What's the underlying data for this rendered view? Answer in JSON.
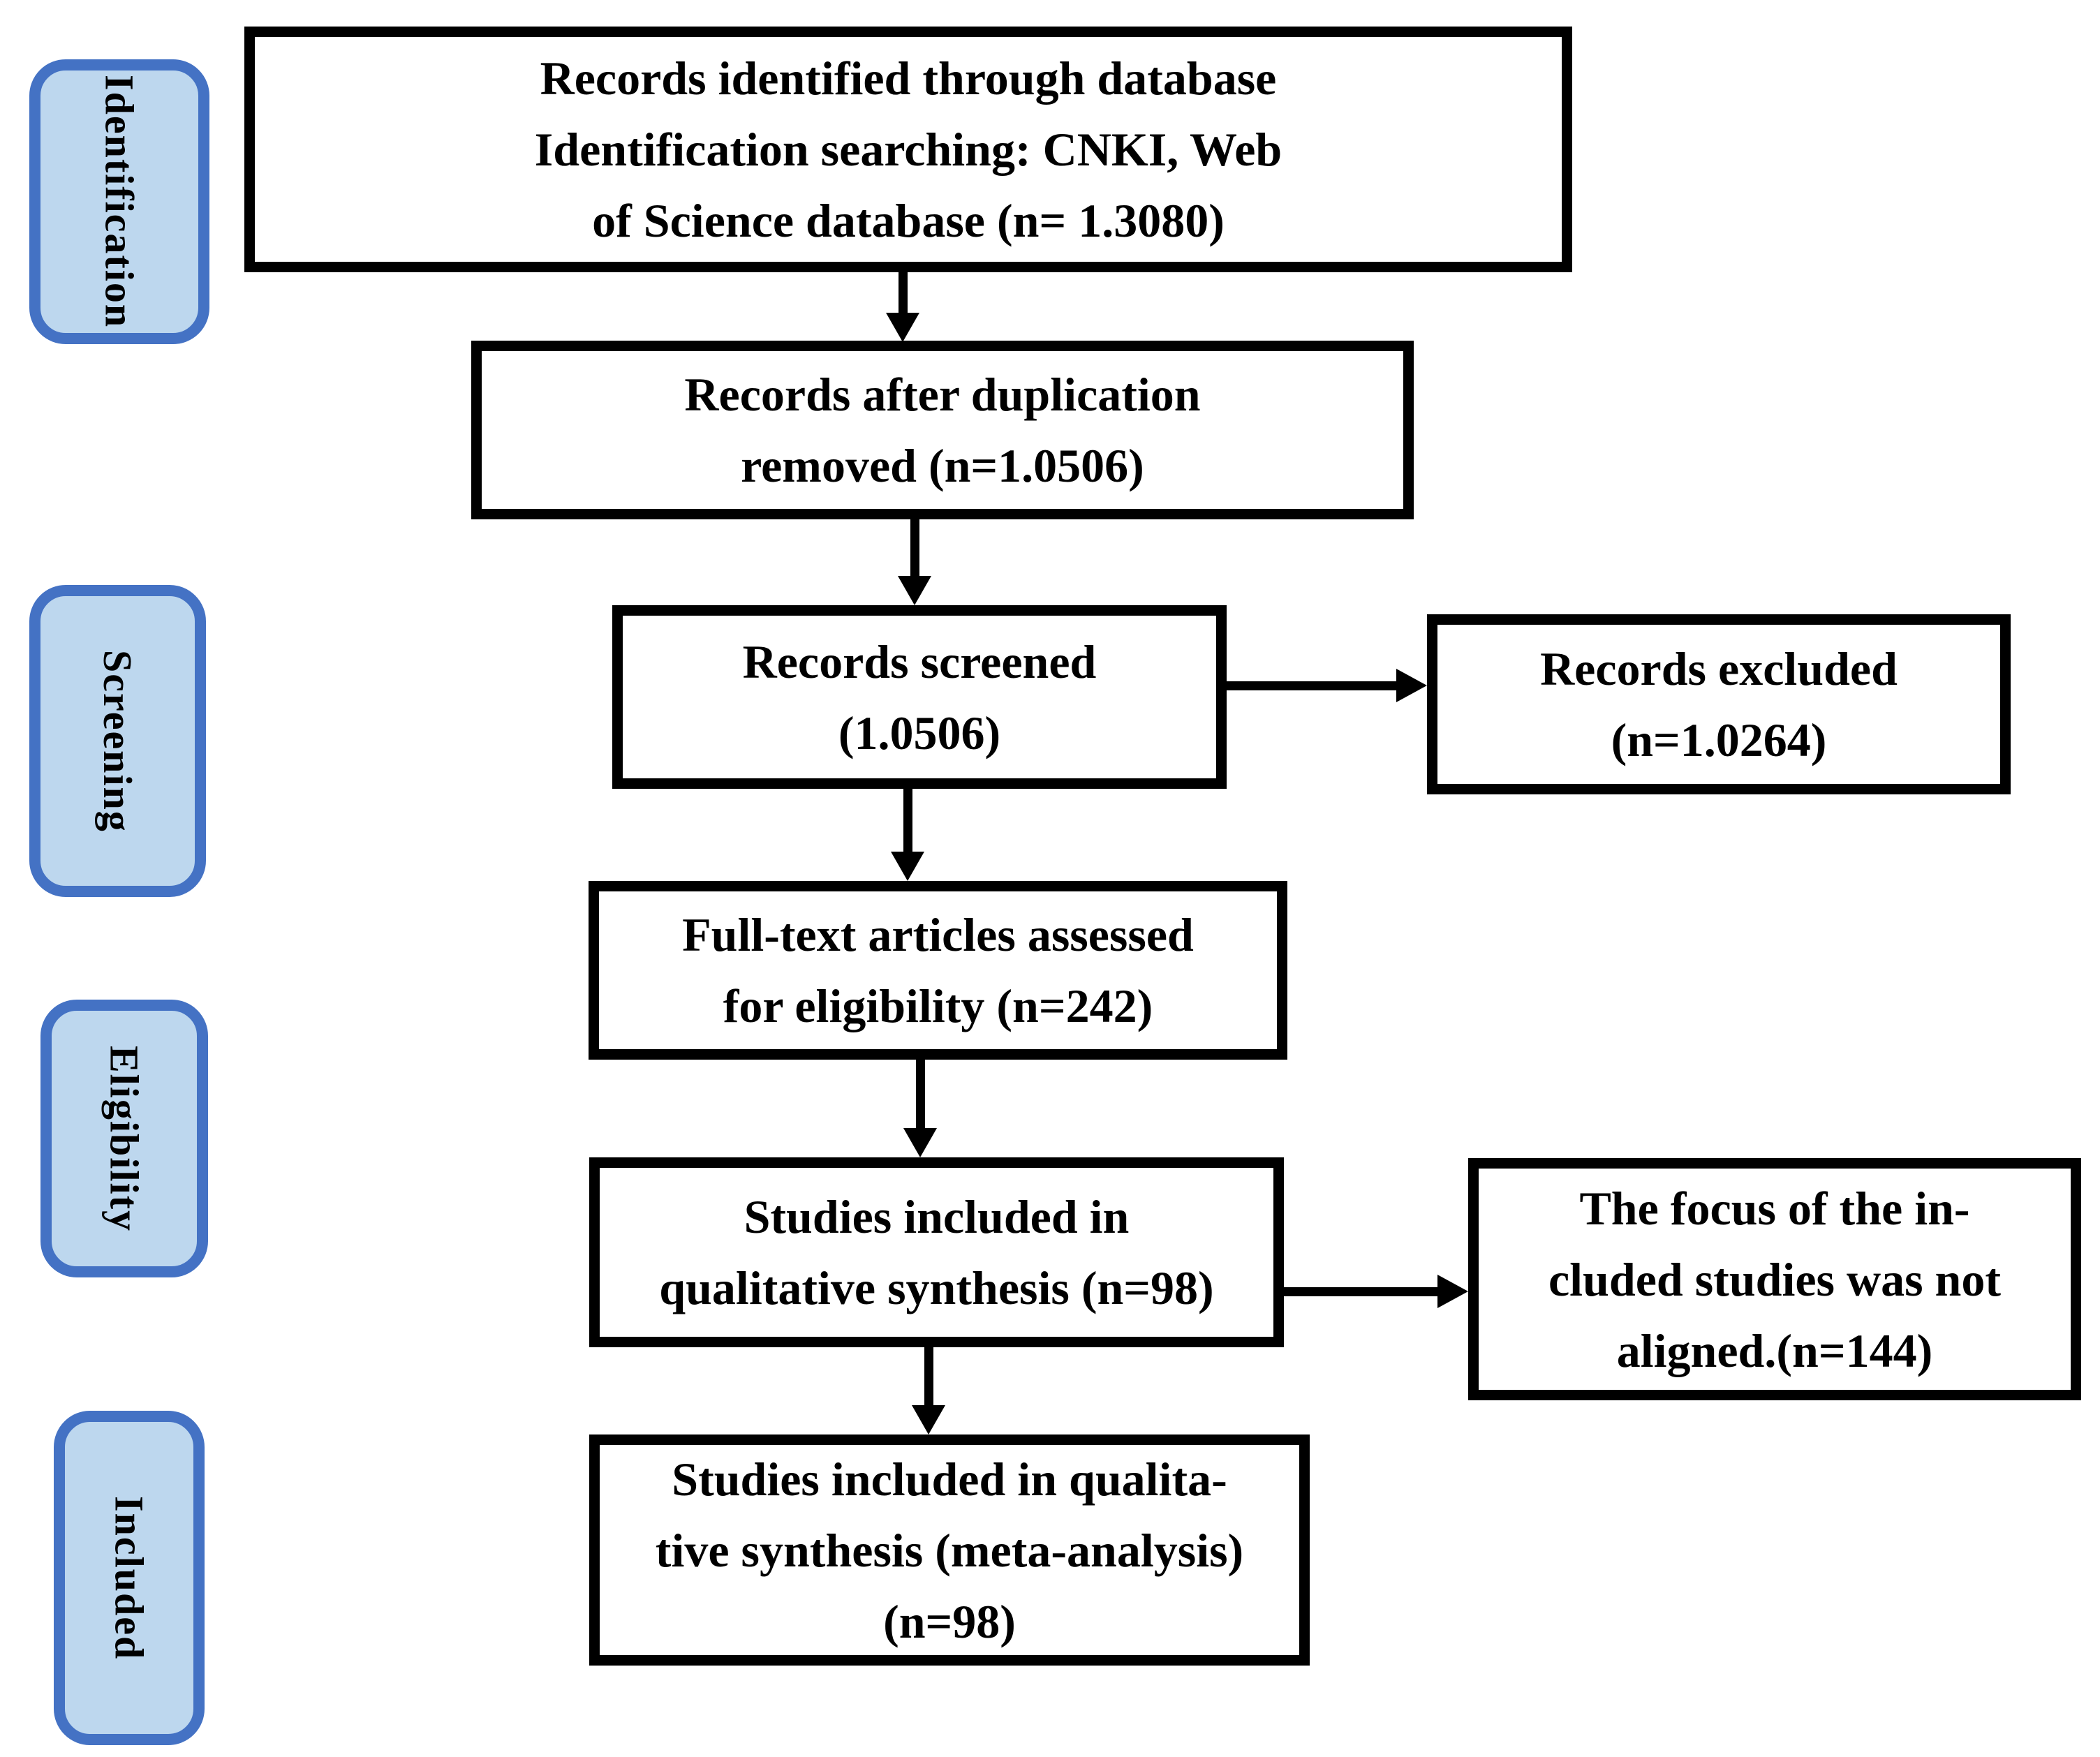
{
  "colors": {
    "background": "#ffffff",
    "text": "#000000",
    "stage_fill": "#bdd7ee",
    "stage_border": "#4472c4",
    "box_border": "#000000",
    "arrow": "#000000"
  },
  "stages": [
    {
      "label": "Identification"
    },
    {
      "label": "Screening"
    },
    {
      "label": "Eligibility"
    },
    {
      "label": "Included"
    }
  ],
  "boxes": {
    "identified": "Records identified through database\nIdentification searching: CNKI, Web\nof Science database (n= 1.3080)",
    "deduplicated": "Records after duplication\nremoved (n=1.0506)",
    "screened": "Records screened\n(1.0506)",
    "excluded": "Records excluded\n(n=1.0264)",
    "fulltext": "Full-text articles assessed\nfor eligibility (n=242)",
    "qualitative": "Studies included in\nqualitative synthesis (n=98)",
    "not_aligned": "The focus of the in-\ncluded studies was not\naligned.(n=144)",
    "meta_analysis": "Studies included in qualita-\ntive synthesis (meta-analysis)\n(n=98)"
  }
}
